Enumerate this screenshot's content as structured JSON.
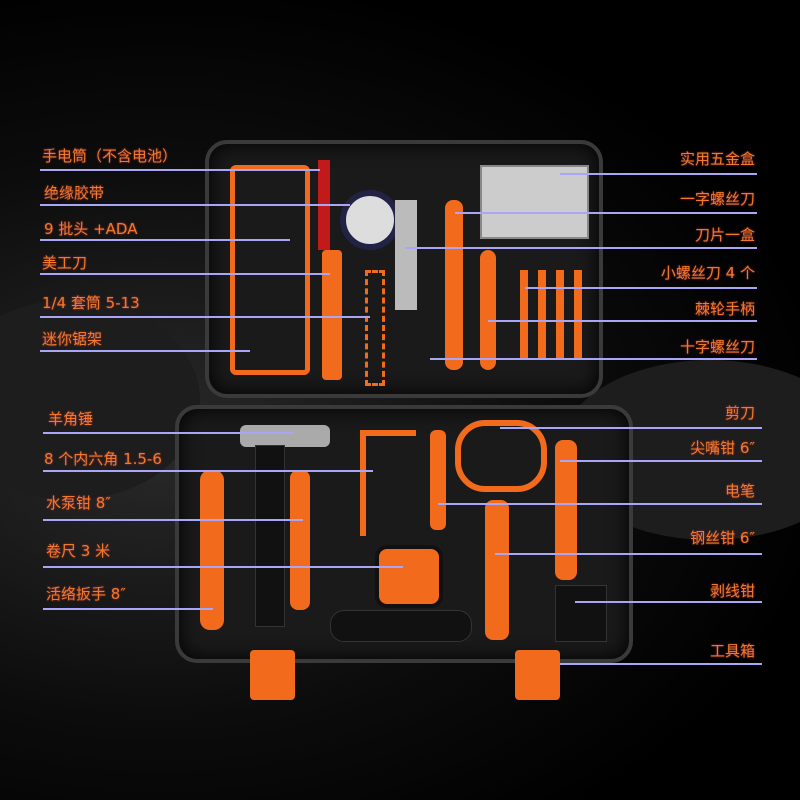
{
  "left_labels": [
    "手电筒（不含电池）",
    "绝缘胶带",
    "9 批头 +ADA",
    "美工刀",
    "1/4 套筒 5-13",
    "迷你锯架",
    "羊角锤",
    "8 个内六角 1.5-6",
    "水泵钳 8″",
    "卷尺 3 米",
    "活络扳手 8″"
  ],
  "right_labels": [
    "实用五金盒",
    "一字螺丝刀",
    "刀片一盒",
    "小螺丝刀 4 个",
    "棘轮手柄",
    "十字螺丝刀",
    "剪刀",
    "尖嘴钳 6″",
    "电笔",
    "钢丝钳 6″",
    "剥线钳",
    "工具箱"
  ],
  "colors": {
    "label": "#f07a2a",
    "line": "#a9a6f5",
    "accent": "#f26b1d"
  }
}
